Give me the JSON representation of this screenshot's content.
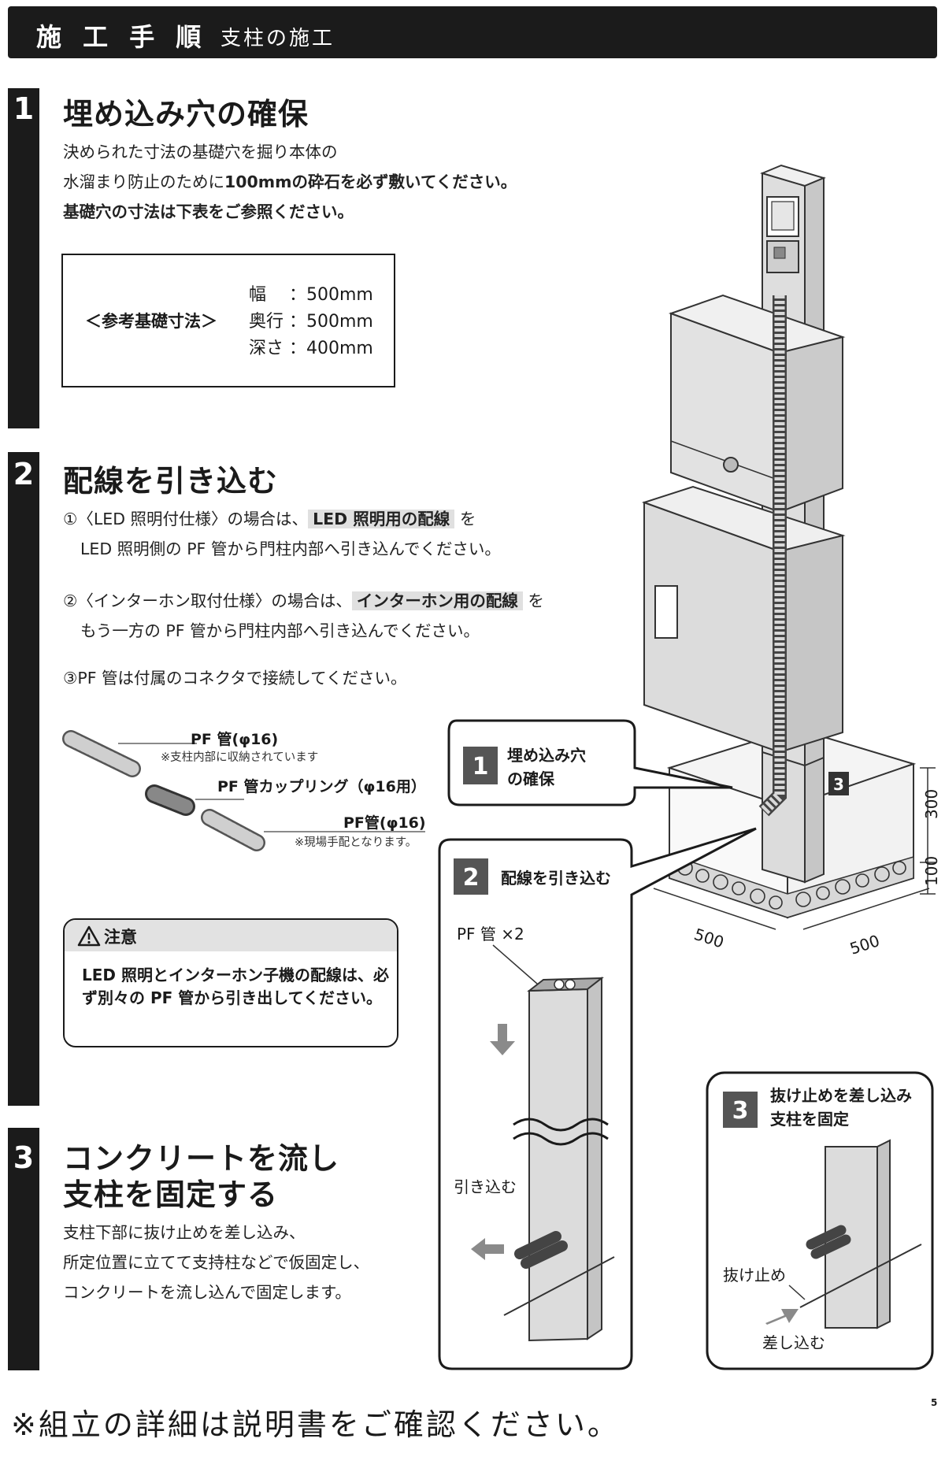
{
  "header": {
    "title": "施 工 手 順",
    "subtitle": "支柱の施工"
  },
  "step1": {
    "num": "1",
    "title": "埋め込み穴の確保",
    "line1": "決められた寸法の基礎穴を掘り本体の",
    "line2a": "水溜まり防止のために",
    "line2b": "100mmの砕石を必ず敷いてください。",
    "line3": "基礎穴の寸法は下表をご参照ください。",
    "ref_label": "＜参考基礎寸法＞",
    "ref_rows": [
      "幅　 ：500mm",
      "奥行 ：500mm",
      "深さ ：400mm"
    ]
  },
  "step2": {
    "num": "2",
    "title": "配線を引き込む",
    "p1a": "①〈LED 照明付仕様〉の場合は、",
    "p1hl": "LED 照明用の配線",
    "p1b": "を",
    "p1c": "LED 照明側の PF 管から門柱内部へ引き込んでください。",
    "p2a": "②〈インターホン取付仕様〉の場合は、",
    "p2hl": "インターホン用の配線",
    "p2b": "を",
    "p2c": "もう一方の PF 管から門柱内部へ引き込んでください。",
    "p3": "③PF 管は付属のコネクタで接続してください。",
    "parts": [
      {
        "label": "PF 管(φ16)",
        "note": "※支柱内部に収納されています"
      },
      {
        "label": "PF 管カップリング（φ16用）",
        "note": ""
      },
      {
        "label": "PF管(φ16)",
        "note": "※現場手配となります。"
      }
    ],
    "caution_title": "注意",
    "caution_text": "LED 照明とインターホン子機の配線は、必ず別々の PF 管から引き出してください。"
  },
  "step3": {
    "num": "3",
    "title_l1": "コンクリートを流し",
    "title_l2": "支柱を固定する",
    "line1": "支柱下部に抜け止めを差し込み、",
    "line2": "所定位置に立てて支持柱などで仮固定し、",
    "line3": "コンクリートを流し込んで固定します。"
  },
  "callouts": {
    "c1_num": "1",
    "c1_l1": "埋め込み穴",
    "c1_l2": "の確保",
    "c2_num": "2",
    "c2_title": "配線を引き込む",
    "c2_pf": "PF 管 ×2",
    "c2_pull": "引き込む",
    "c3_num": "3",
    "c3_l1": "抜け止めを差し込み",
    "c3_l2": "支柱を固定",
    "c3_stop": "抜け止め",
    "c3_insert": "差し込む",
    "badge3": "3"
  },
  "dimensions": {
    "d300": "300",
    "d100": "100",
    "w500a": "500",
    "w500b": "500"
  },
  "footer": "※組立の詳細は説明書をご確認ください。",
  "page_number": "5"
}
